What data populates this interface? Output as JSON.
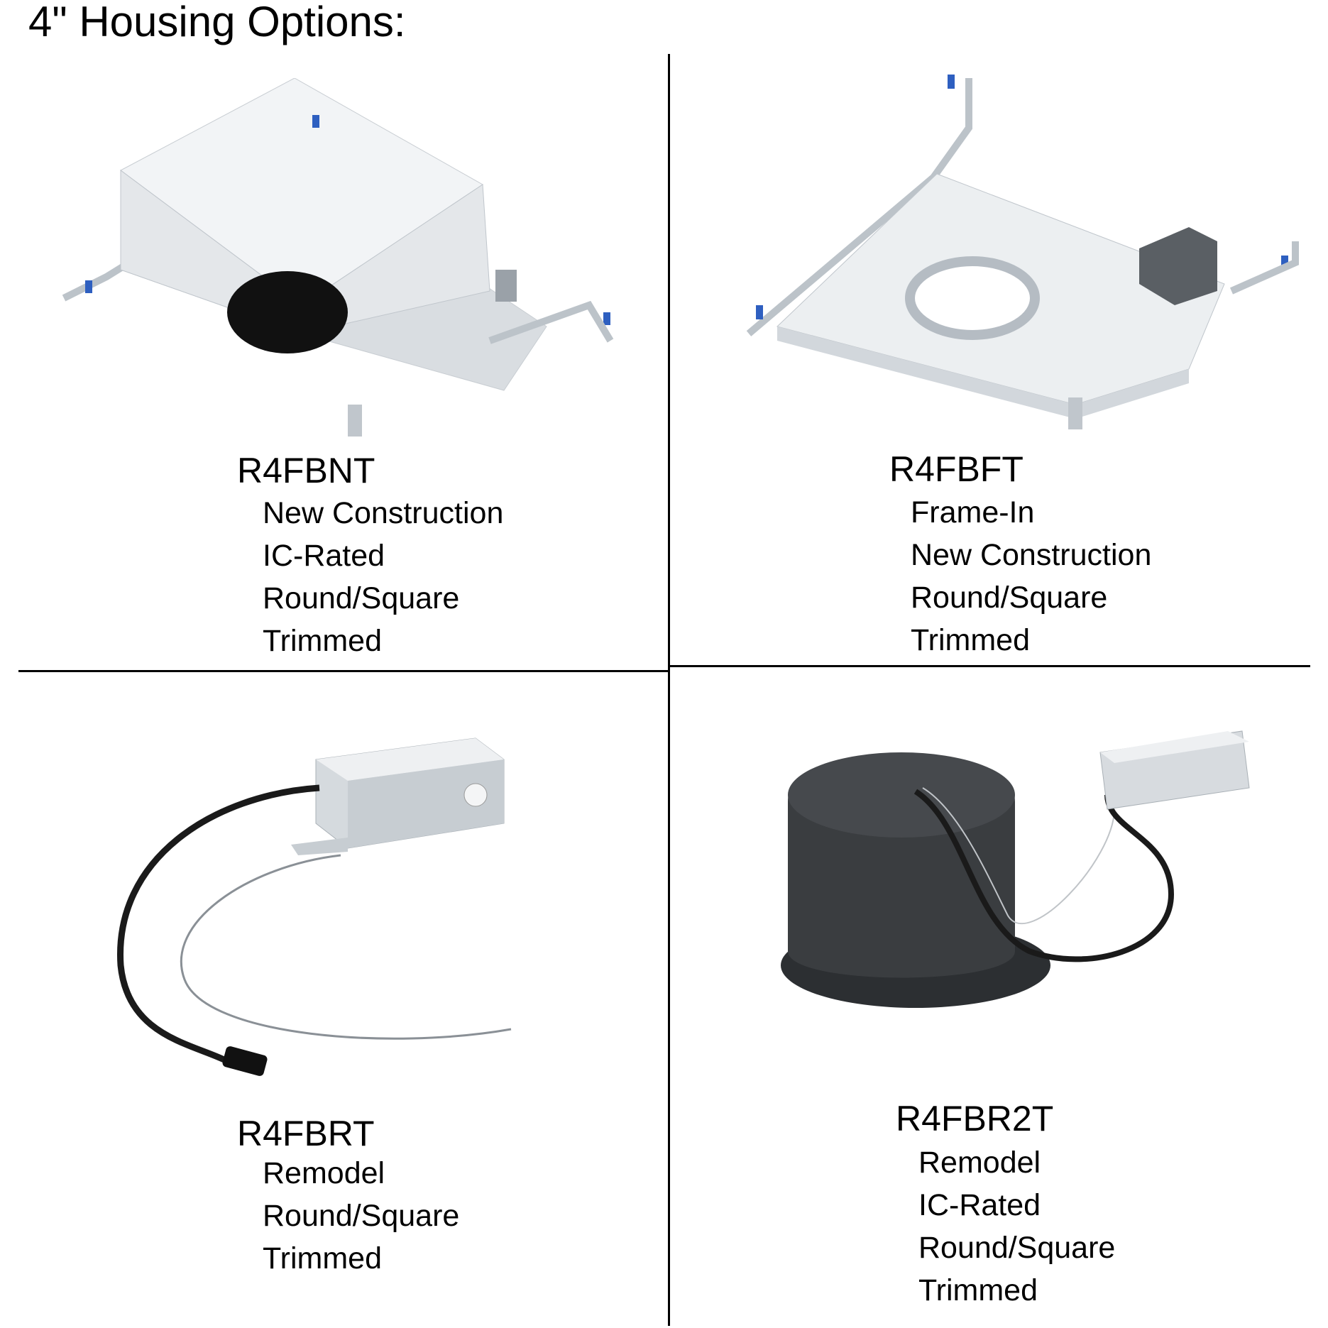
{
  "title": "4\" Housing Options:",
  "products": [
    {
      "model": "R4FBNT",
      "specs": [
        "New Construction",
        "IC-Rated",
        "Round/Square",
        "Trimmed"
      ],
      "image": "ic-rated-housing-box-photo"
    },
    {
      "model": "R4FBFT",
      "specs": [
        "Frame-In",
        "New Construction",
        "Round/Square",
        "Trimmed"
      ],
      "image": "frame-in-plate-photo"
    },
    {
      "model": "R4FBRT",
      "specs": [
        "Remodel",
        "Round/Square",
        "Trimmed"
      ],
      "image": "remodel-driver-box-photo"
    },
    {
      "model": "R4FBR2T",
      "specs": [
        "Remodel",
        "IC-Rated",
        "Round/Square",
        "Trimmed"
      ],
      "image": "remodel-ic-can-with-driver-photo"
    }
  ],
  "colors": {
    "metal": "#dfe3e7",
    "can": "#3a3d40",
    "clip": "#2e5fc0"
  }
}
